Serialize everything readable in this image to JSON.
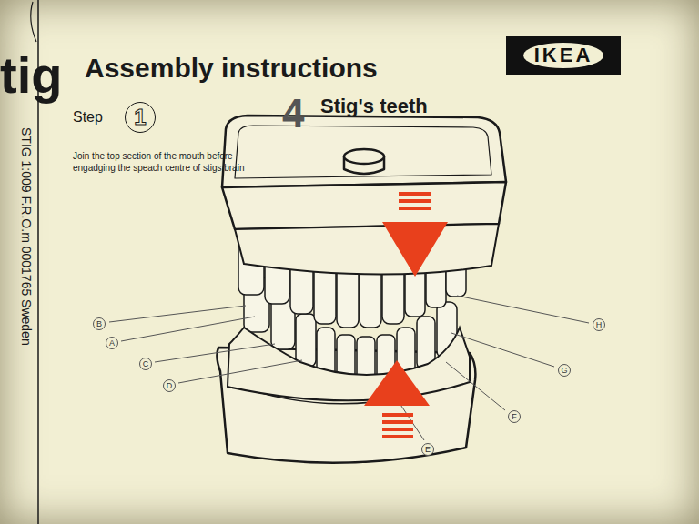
{
  "diagram": {
    "title": "Assembly instructions",
    "nodes": [
      {
        "text": [
          "IKEA"
        ]
      },
      {
        "text": [
          "1"
        ]
      },
      {
        "text": [
          "B"
        ]
      },
      {
        "text": [
          "A"
        ]
      },
      {
        "text": [
          "C"
        ]
      },
      {
        "text": [
          "D"
        ]
      },
      {
        "text": [
          "E"
        ]
      },
      {
        "text": [
          "F"
        ]
      },
      {
        "text": [
          "G"
        ]
      },
      {
        "text": [
          "H"
        ]
      }
    ],
    "labels": [
      "tig",
      "Step",
      "4",
      "Stig's teeth",
      "Join the top section of the mouth before engadging the speach centre of stigs brain",
      "STIG 1:009 F.R.O.m 0001765 Sweden"
    ]
  }
}
